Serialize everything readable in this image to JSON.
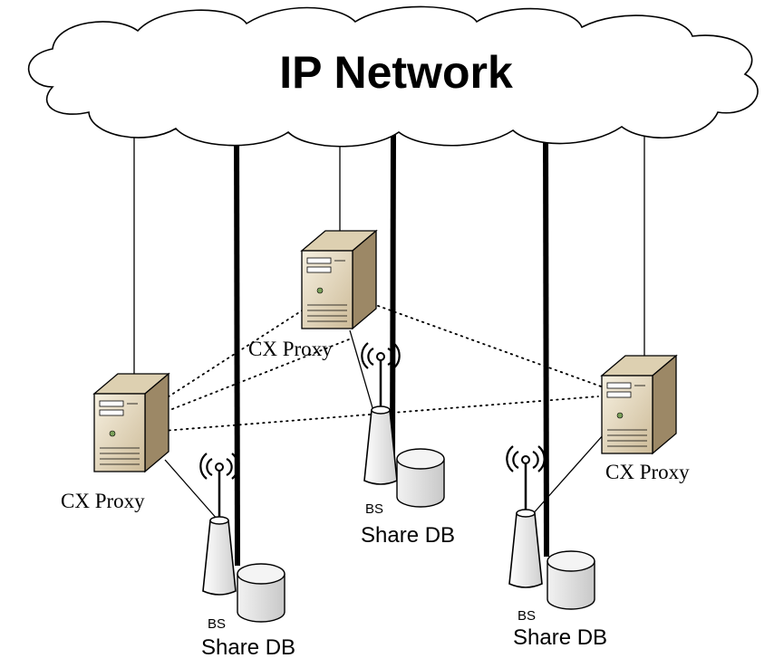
{
  "network": {
    "title": "IP Network"
  },
  "proxies": [
    {
      "label": "CX Proxy"
    },
    {
      "label": "CX Proxy"
    },
    {
      "label": "CX Proxy"
    }
  ],
  "stations": [
    {
      "bs_label": "BS",
      "db_label": "Share DB"
    },
    {
      "bs_label": "BS",
      "db_label": "Share DB"
    },
    {
      "bs_label": "BS",
      "db_label": "Share DB"
    }
  ],
  "colors": {
    "server_face": "#efe6cf",
    "server_side": "#9c8866",
    "server_top": "#ddd0b1",
    "db_fill": "#e6e6e6"
  }
}
